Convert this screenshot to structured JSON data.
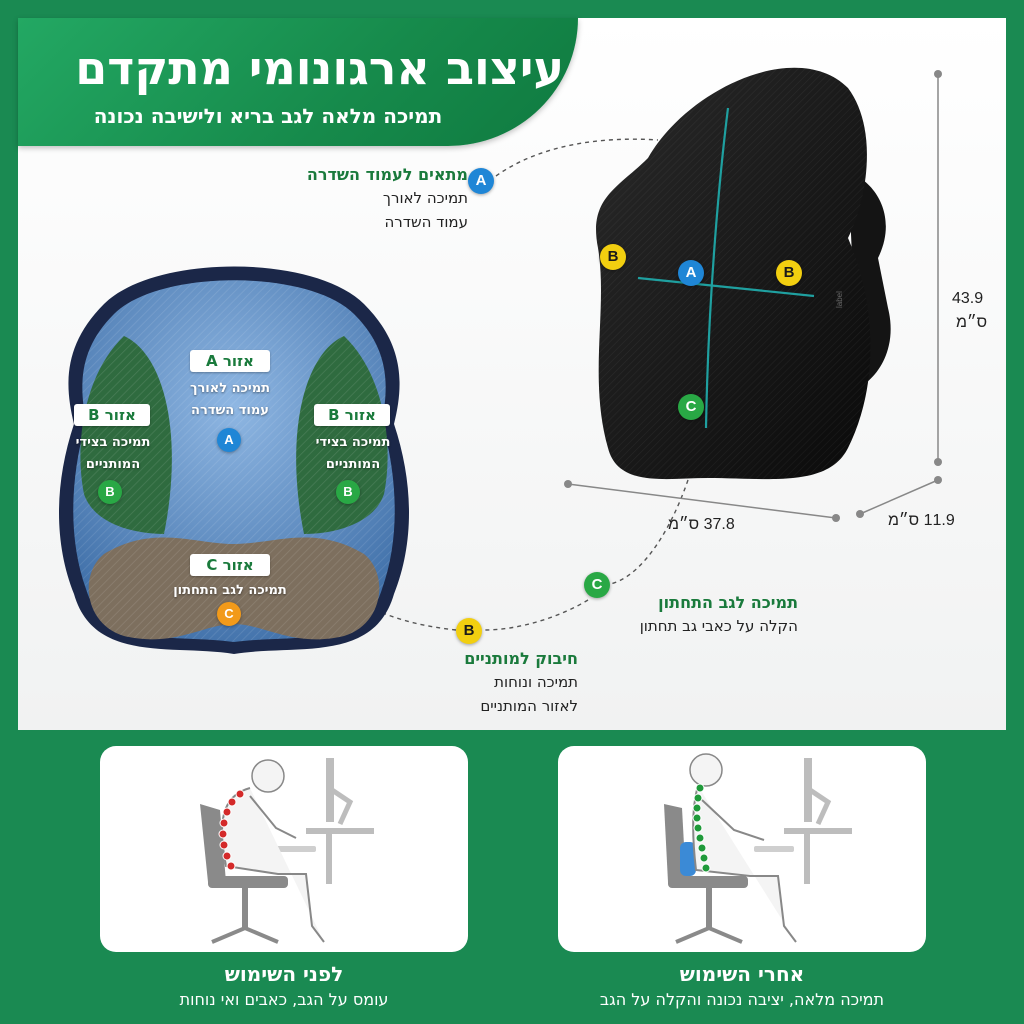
{
  "header": {
    "title": "עיצוב ארגונומי מתקדם",
    "subtitle": "תמיכה מלאה לגב בריא ולישיבה נכונה"
  },
  "features": {
    "spine": {
      "badge": "A",
      "title": "מתאים לעמוד השדרה",
      "line1": "תמיכה לאורך",
      "line2": "עמוד השדרה"
    },
    "lower_back": {
      "badge": "C",
      "title": "תמיכה לגב התחתון",
      "line1": "הקלה על כאבי גב תחתון"
    },
    "hips": {
      "badge": "B",
      "title": "חיבוק למותניים",
      "line1": "תמיכה ונוחות",
      "line2": "לאזור המותניים"
    }
  },
  "zones": {
    "a": {
      "label": "אזור A",
      "line1": "תמיכה לאורך",
      "line2": "עמוד השדרה",
      "badge": "A"
    },
    "b_left": {
      "label": "אזור B",
      "line1": "תמיכה בצידי",
      "line2": "המותניים",
      "badge": "B"
    },
    "b_right": {
      "label": "אזור B",
      "line1": "תמיכה בצידי",
      "line2": "המותניים",
      "badge": "B"
    },
    "c": {
      "label": "אזור C",
      "line1": "תמיכה לגב התחתון",
      "badge": "C"
    }
  },
  "cushion_badges": {
    "a": "A",
    "b_left": "B",
    "b_right": "B",
    "c": "C"
  },
  "dimensions": {
    "height_value": "43.9",
    "height_unit": "ס״מ",
    "width": "37.8 ס״מ",
    "depth": "11.9 ס״מ"
  },
  "comparison": {
    "before": {
      "title": "לפני השימוש",
      "desc": "עומס על הגב, כאבים ואי נוחות"
    },
    "after": {
      "title": "אחרי השימוש",
      "desc": "תמיכה מלאה, יציבה נכונה והקלה על הגב"
    }
  },
  "colors": {
    "brand_green": "#1a8a52",
    "spine_bad": "#d42a2a",
    "spine_good": "#1f9a3a",
    "badge_a": "#1f86d6",
    "badge_b": "#f2cf10",
    "badge_c": "#29a845"
  }
}
